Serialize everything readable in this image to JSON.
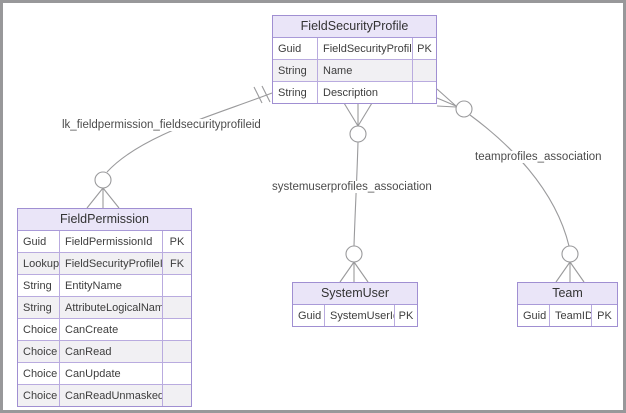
{
  "diagram": {
    "frame_color": "#98989a",
    "line_color": "#9a9a9c",
    "table_border_color": "#a08fd2",
    "table_header_bg": "#eae5f8",
    "row_alt_bg": "#f1f0f3",
    "text_color": "#3d3d3d"
  },
  "entities": [
    {
      "name": "FieldSecurityProfile",
      "rows": [
        {
          "type": "Guid",
          "field": "FieldSecurityProfileId",
          "key": "PK"
        },
        {
          "type": "String",
          "field": "Name",
          "key": ""
        },
        {
          "type": "String",
          "field": "Description",
          "key": ""
        }
      ]
    },
    {
      "name": "FieldPermission",
      "rows": [
        {
          "type": "Guid",
          "field": "FieldPermissionId",
          "key": "PK"
        },
        {
          "type": "Lookup",
          "field": "FieldSecurityProfileId",
          "key": "FK"
        },
        {
          "type": "String",
          "field": "EntityName",
          "key": ""
        },
        {
          "type": "String",
          "field": "AttributeLogicalName",
          "key": ""
        },
        {
          "type": "Choice",
          "field": "CanCreate",
          "key": ""
        },
        {
          "type": "Choice",
          "field": "CanRead",
          "key": ""
        },
        {
          "type": "Choice",
          "field": "CanUpdate",
          "key": ""
        },
        {
          "type": "Choice",
          "field": "CanReadUnmasked",
          "key": ""
        }
      ]
    },
    {
      "name": "SystemUser",
      "rows": [
        {
          "type": "Guid",
          "field": "SystemUserId",
          "key": "PK"
        }
      ]
    },
    {
      "name": "Team",
      "rows": [
        {
          "type": "Guid",
          "field": "TeamID",
          "key": "PK"
        }
      ]
    }
  ],
  "relationships": [
    {
      "label": "lk_fieldpermission_fieldsecurityprofileid",
      "from": "FieldSecurityProfile",
      "to": "FieldPermission",
      "from_cardinality": "exactly-one",
      "to_cardinality": "zero-or-many"
    },
    {
      "label": "systemuserprofiles_association",
      "from": "FieldSecurityProfile",
      "to": "SystemUser",
      "from_cardinality": "zero-or-many",
      "to_cardinality": "zero-or-many"
    },
    {
      "label": "teamprofiles_association",
      "from": "FieldSecurityProfile",
      "to": "Team",
      "from_cardinality": "zero-or-many",
      "to_cardinality": "zero-or-many"
    }
  ]
}
